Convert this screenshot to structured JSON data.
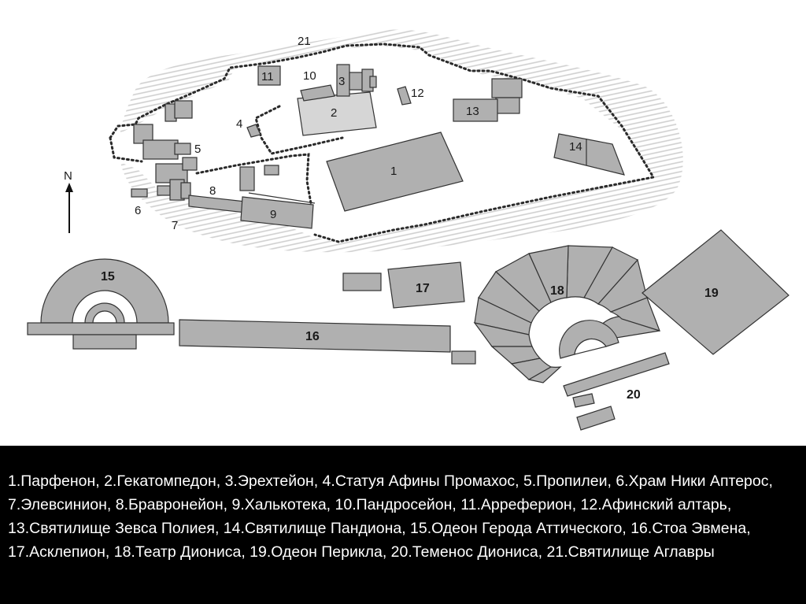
{
  "map": {
    "north_label": "N",
    "labels": {
      "l1": "1",
      "l2": "2",
      "l3": "3",
      "l4": "4",
      "l5": "5",
      "l6": "6",
      "l7": "7",
      "l8": "8",
      "l9": "9",
      "l10": "10",
      "l11": "11",
      "l12": "12",
      "l13": "13",
      "l14": "14",
      "l15": "15",
      "l16": "16",
      "l17": "17",
      "l18": "18",
      "l19": "19",
      "l20": "20",
      "l21": "21"
    },
    "colors": {
      "building": "#b0b0b0",
      "building_light": "#d6d6d6",
      "outline": "#333333",
      "wall": "#2a2a2a",
      "hatch": "#cfcfcf"
    }
  },
  "caption": {
    "text": "1.Парфенон, 2.Гекатомпедон, 3.Эрехтейон, 4.Статуя Афины Промахос, 5.Пропилеи, 6.Храм Ники Аптерос, 7.Элевсинион, 8.Бравронейон, 9.Халькотека, 10.Пандросейон, 11.Арреферион, 12.Афинский алтарь, 13.Святилище Зевса Полиея, 14.Святилище Пандиона, 15.Одеон Герода Аттического, 16.Стоа Эвмена, 17.Асклепион, 18.Театр Диониса, 19.Одеон Перикла, 20.Теменос Диониса, 21.Святилище Аглавры"
  }
}
